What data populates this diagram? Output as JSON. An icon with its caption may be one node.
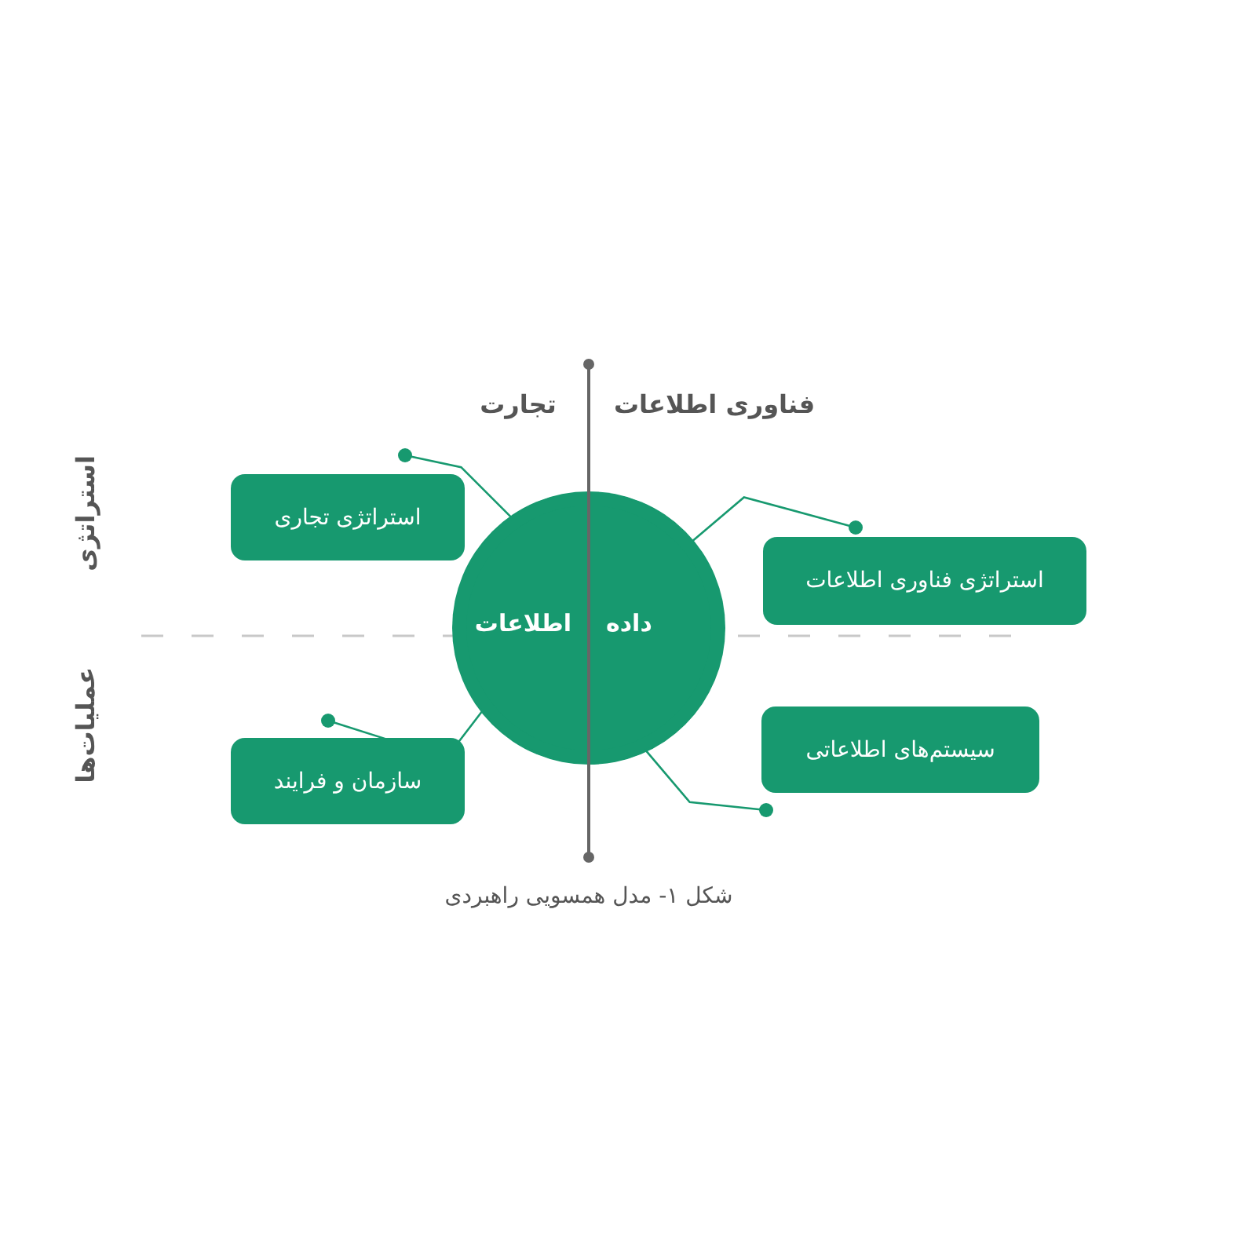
{
  "diagram": {
    "caption": "شکل ۱- مدل همسویی راهبردی",
    "nodes": [
      {
        "text": [
          "استراتژی تجاری"
        ]
      },
      {
        "text": [
          "استراتژی فناوری اطلاعات"
        ]
      },
      {
        "text": [
          "سازمان و فرایند"
        ]
      },
      {
        "text": [
          "سیستم‌های اطلاعاتی"
        ]
      },
      {
        "text": [
          "داده",
          "اطلاعات"
        ]
      }
    ],
    "edges": [
      {
        "from": 4,
        "to": 0,
        "arrow": "other"
      },
      {
        "from": 4,
        "to": 1,
        "arrow": "other"
      },
      {
        "from": 4,
        "to": 2,
        "arrow": "other"
      },
      {
        "from": 4,
        "to": 3,
        "arrow": "other"
      }
    ],
    "labels": [
      "تجارت",
      "فناوری اطلاعات",
      "استراتژی",
      "عملیات‌ها"
    ]
  }
}
